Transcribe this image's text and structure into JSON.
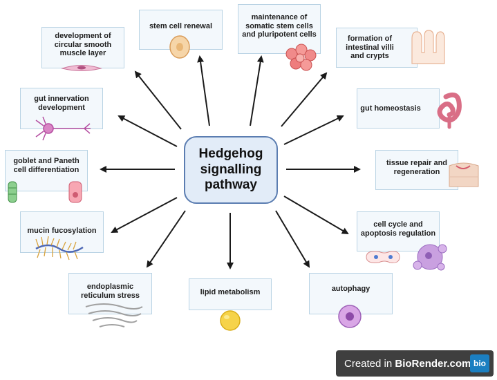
{
  "center": {
    "line1": "Hedgehog",
    "line2": "signalling",
    "line3": "pathway"
  },
  "nodes": {
    "stem_cell_renewal": "stem cell renewal",
    "maintenance_stem_cells": "maintenance of somatic stem cells and pluripotent cells",
    "circular_smooth_muscle": "development of circular smooth muscle layer",
    "intestinal_villi": "formation of intestinal villi and crypts",
    "gut_innervation": "gut innervation development",
    "gut_homeostasis": "gut homeostasis",
    "goblet_paneth": "goblet and Paneth cell differentiation",
    "tissue_repair": "tissue repair and regeneration",
    "mucin_fucosylation": "mucin fucosylation",
    "cell_cycle": "cell cycle and apoptosis regulation",
    "er_stress": "endoplasmic reticulum stress",
    "lipid_metabolism": "lipid metabolism",
    "autophagy": "autophagy"
  },
  "branding": {
    "prefix": "Created in ",
    "name": "BioRender.com",
    "logo": "bio"
  },
  "colors": {
    "box_fill": "#f3f8fc",
    "box_border": "#b9d3e4",
    "center_fill": "#e2ecf8",
    "center_border": "#5b7db1",
    "arrow": "#1a1a1a"
  },
  "icons": [
    "stem-cell-icon",
    "cell-cluster-icon",
    "smooth-muscle-cell-icon",
    "intestinal-villi-icon",
    "neuron-icon",
    "intestine-icon",
    "goblet-cell-icon",
    "paneth-cell-icon",
    "skin-wound-icon",
    "mucin-fiber-icon",
    "dividing-cell-icon",
    "apoptotic-cell-icon",
    "endoplasmic-reticulum-icon",
    "lipid-droplet-icon",
    "autophagy-cell-icon"
  ]
}
